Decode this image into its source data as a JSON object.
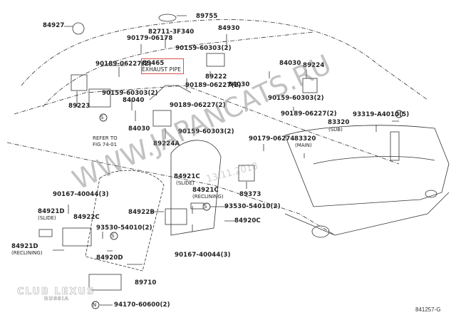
{
  "diagram": {
    "figure_id": "841257-G",
    "highlighted_part": {
      "number": "89465",
      "name": "EXHAUST PIPE",
      "highlight_color": "#d9534f"
    },
    "reference_note": [
      "REFER TO",
      "FIG 74-01"
    ],
    "watermarks": {
      "site": "WWW.JAPANCATS.RU",
      "date": "13.11.2018",
      "logo_top": "CLUB LEXUS",
      "logo_bottom": "RUSSIA"
    },
    "labels": [
      {
        "id": "84927",
        "text": "84927"
      },
      {
        "id": "89755",
        "text": "89755"
      },
      {
        "id": "82711",
        "text": "82711-3F340"
      },
      {
        "id": "90179a",
        "text": "90179-06178"
      },
      {
        "id": "84930",
        "text": "84930"
      },
      {
        "id": "90159a",
        "text": "90159-60303(2)"
      },
      {
        "id": "90189a",
        "text": "90189-06227(2)"
      },
      {
        "id": "89465",
        "text": "89465"
      },
      {
        "id": "89222",
        "text": "89222"
      },
      {
        "id": "84030a",
        "text": "84030"
      },
      {
        "id": "84030b",
        "text": "84030"
      },
      {
        "id": "89224",
        "text": "89224"
      },
      {
        "id": "90189b",
        "text": "90189-06227(2)"
      },
      {
        "id": "90159b",
        "text": "90159-60303(2)"
      },
      {
        "id": "89223",
        "text": "89223"
      },
      {
        "id": "84040",
        "text": "84040"
      },
      {
        "id": "90189c",
        "text": "90189-06227(2)"
      },
      {
        "id": "90159c",
        "text": "90159-60303(2)"
      },
      {
        "id": "90189d",
        "text": "90189-06227(2)"
      },
      {
        "id": "84030c",
        "text": "84030"
      },
      {
        "id": "89224A",
        "text": "89224A"
      },
      {
        "id": "90159d",
        "text": "90159-60303(2)"
      },
      {
        "id": "93319",
        "text": "93319-A4010(5)"
      },
      {
        "id": "83320sub",
        "text": "83320",
        "sub": "(SUB)"
      },
      {
        "id": "90179b",
        "text": "90179-06274"
      },
      {
        "id": "83320main",
        "text": "83320",
        "sub": "(MAIN)"
      },
      {
        "id": "84921Cs",
        "text": "84921C",
        "sub": "(SLIDE)"
      },
      {
        "id": "84921Cr",
        "text": "84921C",
        "sub": "(RECLINING)"
      },
      {
        "id": "89373",
        "text": "89373"
      },
      {
        "id": "90167a",
        "text": "90167-40044(3)"
      },
      {
        "id": "84922B",
        "text": "84922B"
      },
      {
        "id": "93530b",
        "text": "93530-54010(2)"
      },
      {
        "id": "84920C",
        "text": "84920C"
      },
      {
        "id": "84921Ds",
        "text": "84921D",
        "sub": "(SLIDE)"
      },
      {
        "id": "84922C",
        "text": "84922C"
      },
      {
        "id": "93530a",
        "text": "93530-54010(2)"
      },
      {
        "id": "84921Dr",
        "text": "84921D",
        "sub": "(RECLINING)"
      },
      {
        "id": "84920D",
        "text": "84920D"
      },
      {
        "id": "90167b",
        "text": "90167-40044(3)"
      },
      {
        "id": "89710",
        "text": "89710"
      },
      {
        "id": "94170",
        "text": "94170-60600(2)"
      }
    ],
    "symbols": {
      "s_mark": "S",
      "n_mark": "N"
    }
  }
}
